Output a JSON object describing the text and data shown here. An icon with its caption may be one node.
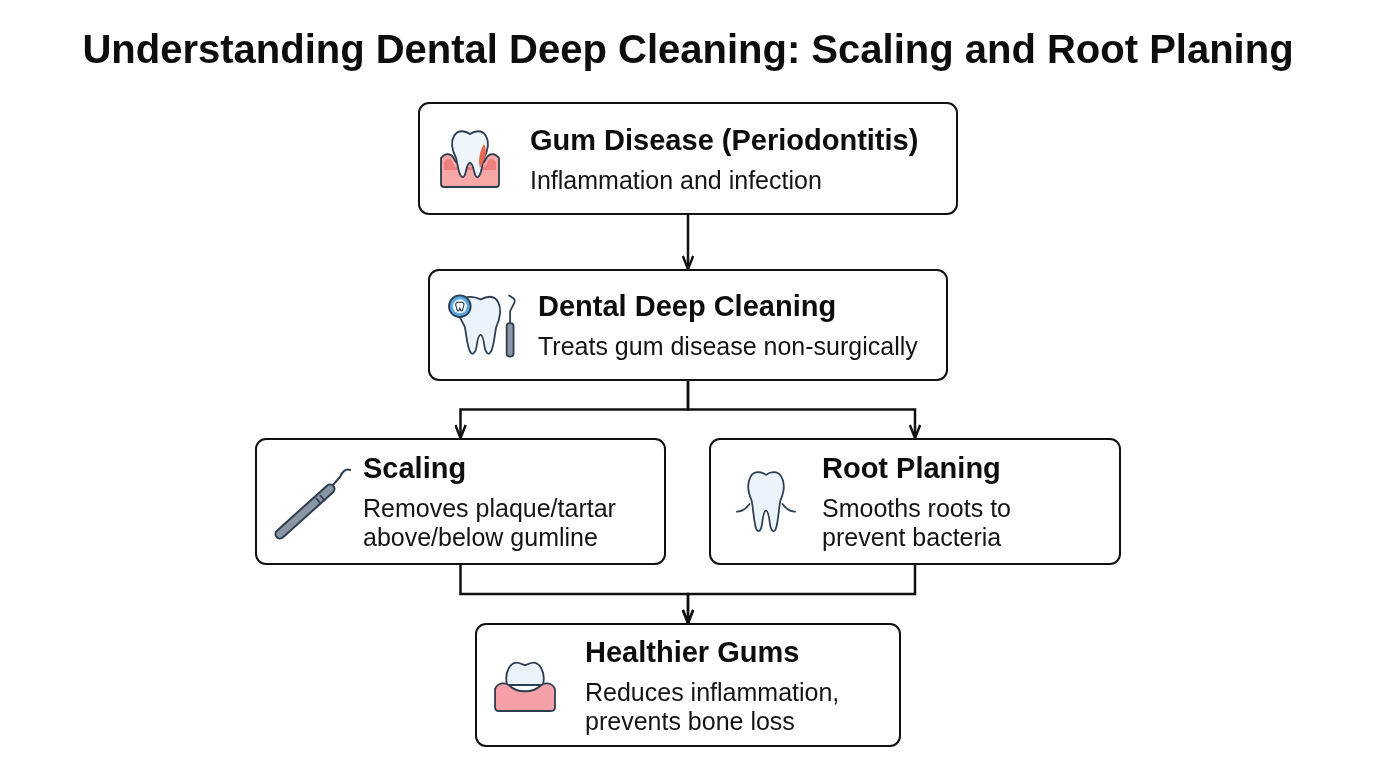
{
  "diagram": {
    "title": "Understanding Dental Deep Cleaning: Scaling and Root Planing",
    "nodes": [
      {
        "text": [
          "Gum Disease (Periodontitis)",
          "Inflammation and infection"
        ]
      },
      {
        "text": [
          "Dental Deep Cleaning",
          "Treats gum disease non-surgically"
        ]
      },
      {
        "text": [
          "Scaling",
          "Removes plaque/tartar above/below gumline"
        ]
      },
      {
        "text": [
          "Root Planing",
          "Smooths roots to prevent bacteria"
        ]
      },
      {
        "text": [
          "Healthier Gums",
          "Reduces inflammation, prevents bone loss"
        ]
      }
    ],
    "edges": [
      {
        "from": 0,
        "to": 1,
        "arrow": "to"
      },
      {
        "from": 1,
        "to": 2,
        "arrow": "to"
      },
      {
        "from": 1,
        "to": 3,
        "arrow": "to"
      },
      {
        "from": 2,
        "to": 4,
        "arrow": "to"
      },
      {
        "from": 3,
        "to": 4,
        "arrow": "to"
      }
    ]
  }
}
